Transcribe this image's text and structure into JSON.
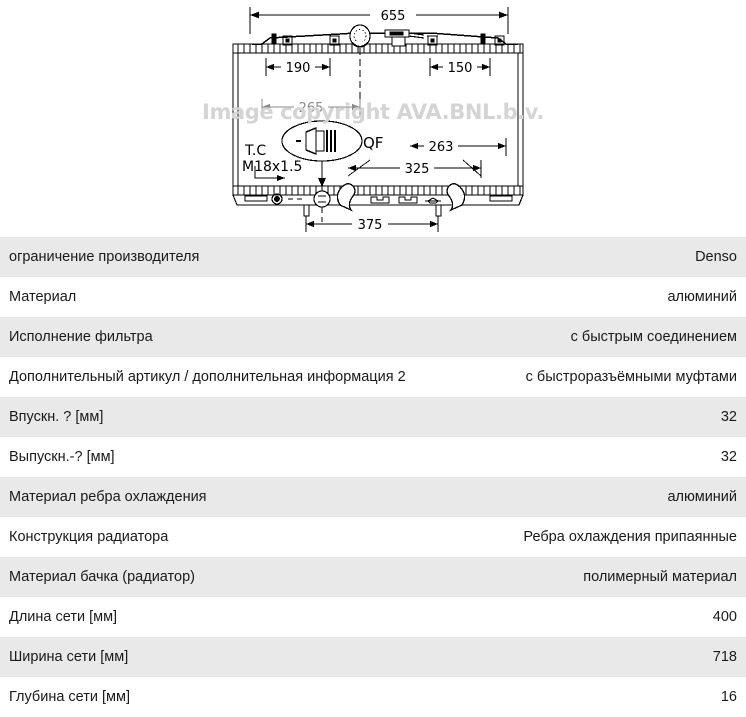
{
  "drawing": {
    "watermark": "Image copyright AVA.BNL.b.v.",
    "dimensions": {
      "overall_top": "655",
      "left_mount": "190",
      "right_mount": "150",
      "cap_offset": "265",
      "outlet_right": "263",
      "outlet_span": "325",
      "bottom_span": "375"
    },
    "labels": {
      "thread_line1": "T.C",
      "thread_line2": "M18x1.5",
      "quick_fit": "QF"
    }
  },
  "table": {
    "rows": [
      {
        "label": "ограничение производителя",
        "value": "Denso"
      },
      {
        "label": "Материал",
        "value": "алюминий"
      },
      {
        "label": "Исполнение фильтра",
        "value": "с быстрым соединением"
      },
      {
        "label": "Дополнительный артикул / дополнительная информация 2",
        "value": "с быстроразъёмными муфтами"
      },
      {
        "label": "Впускн. ? [мм]",
        "value": "32"
      },
      {
        "label": "Выпускн.-? [мм]",
        "value": "32"
      },
      {
        "label": "Материал ребра охлаждения",
        "value": "алюминий"
      },
      {
        "label": "Конструкция радиатора",
        "value": "Ребра охлаждения припаянные"
      },
      {
        "label": "Материал бачка (радиатор)",
        "value": "полимерный материал"
      },
      {
        "label": "Длина сети [мм]",
        "value": "400"
      },
      {
        "label": "Ширина сети [мм]",
        "value": "718"
      },
      {
        "label": "Глубина сети [мм]",
        "value": "16"
      }
    ]
  },
  "colors": {
    "row_odd": "#e9e9e9",
    "row_even": "#ffffff",
    "text": "#1a1a1a",
    "watermark": "#d4d4d4",
    "line": "#000000"
  }
}
